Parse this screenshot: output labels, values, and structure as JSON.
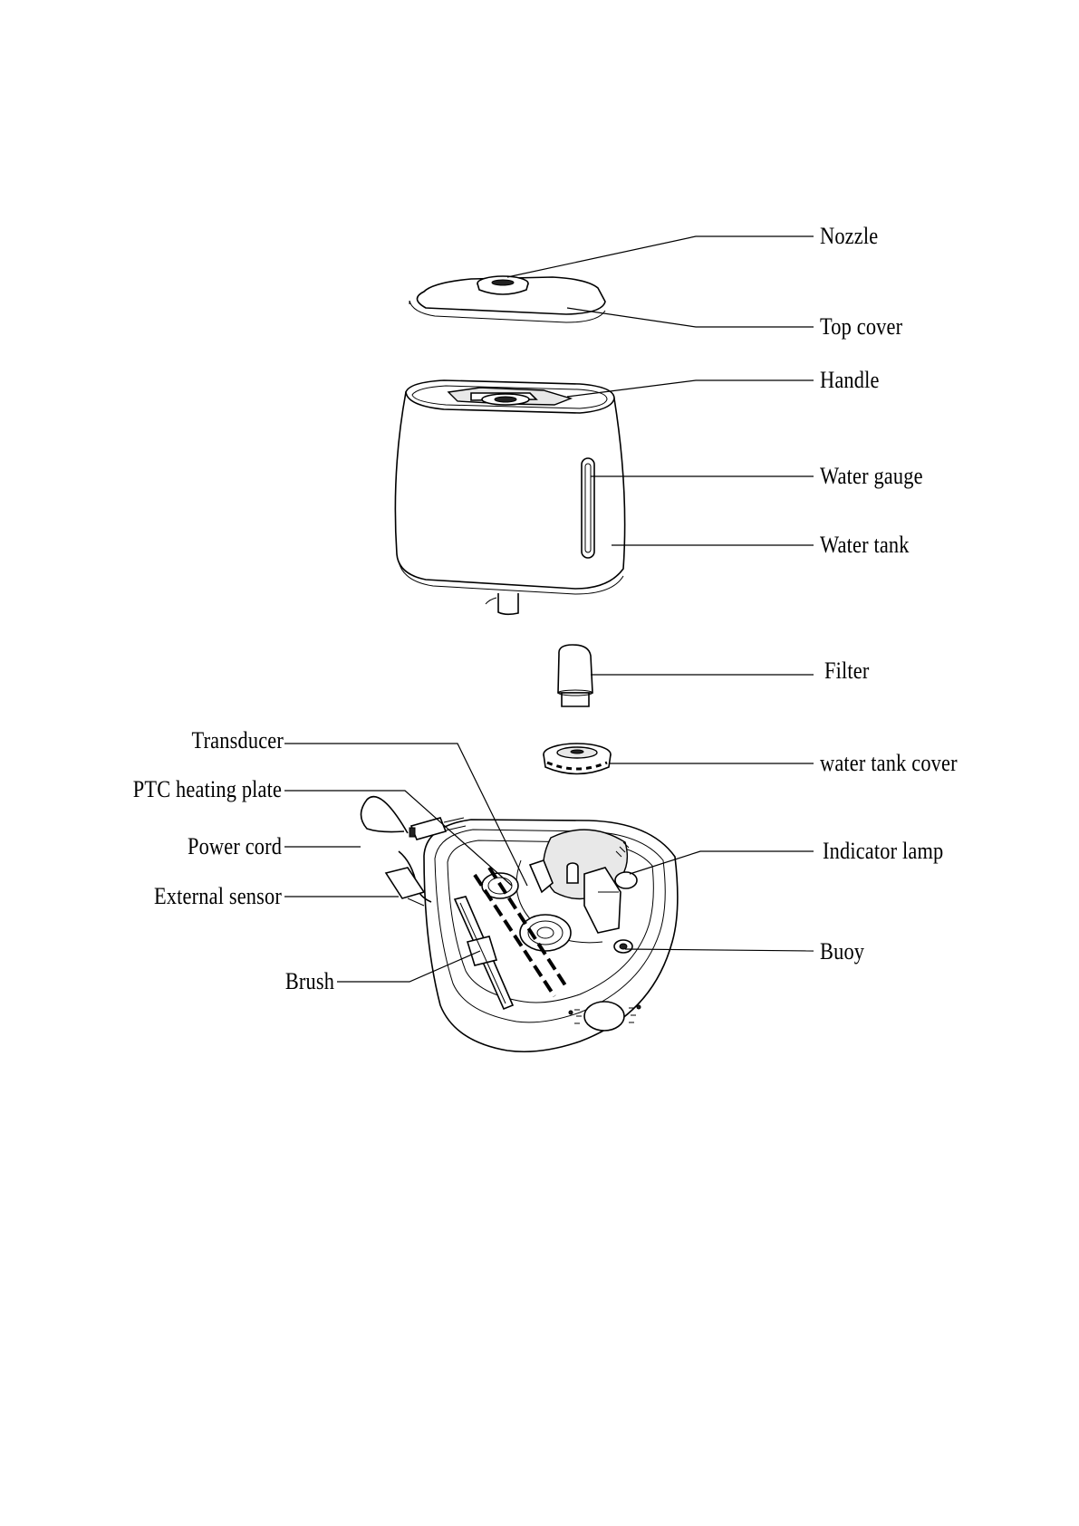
{
  "diagram": {
    "labels": {
      "nozzle": "Nozzle",
      "top_cover": "Top cover",
      "handle": "Handle",
      "water_gauge": "Water gauge",
      "water_tank": "Water tank",
      "filter": "Filter",
      "water_tank_cover": "water tank cover",
      "indicator_lamp": "Indicator lamp",
      "buoy": "Buoy",
      "transducer": "Transducer",
      "ptc_heating_plate": "PTC heating plate",
      "power_cord": "Power cord",
      "external_sensor": "External sensor",
      "brush": "Brush"
    }
  }
}
